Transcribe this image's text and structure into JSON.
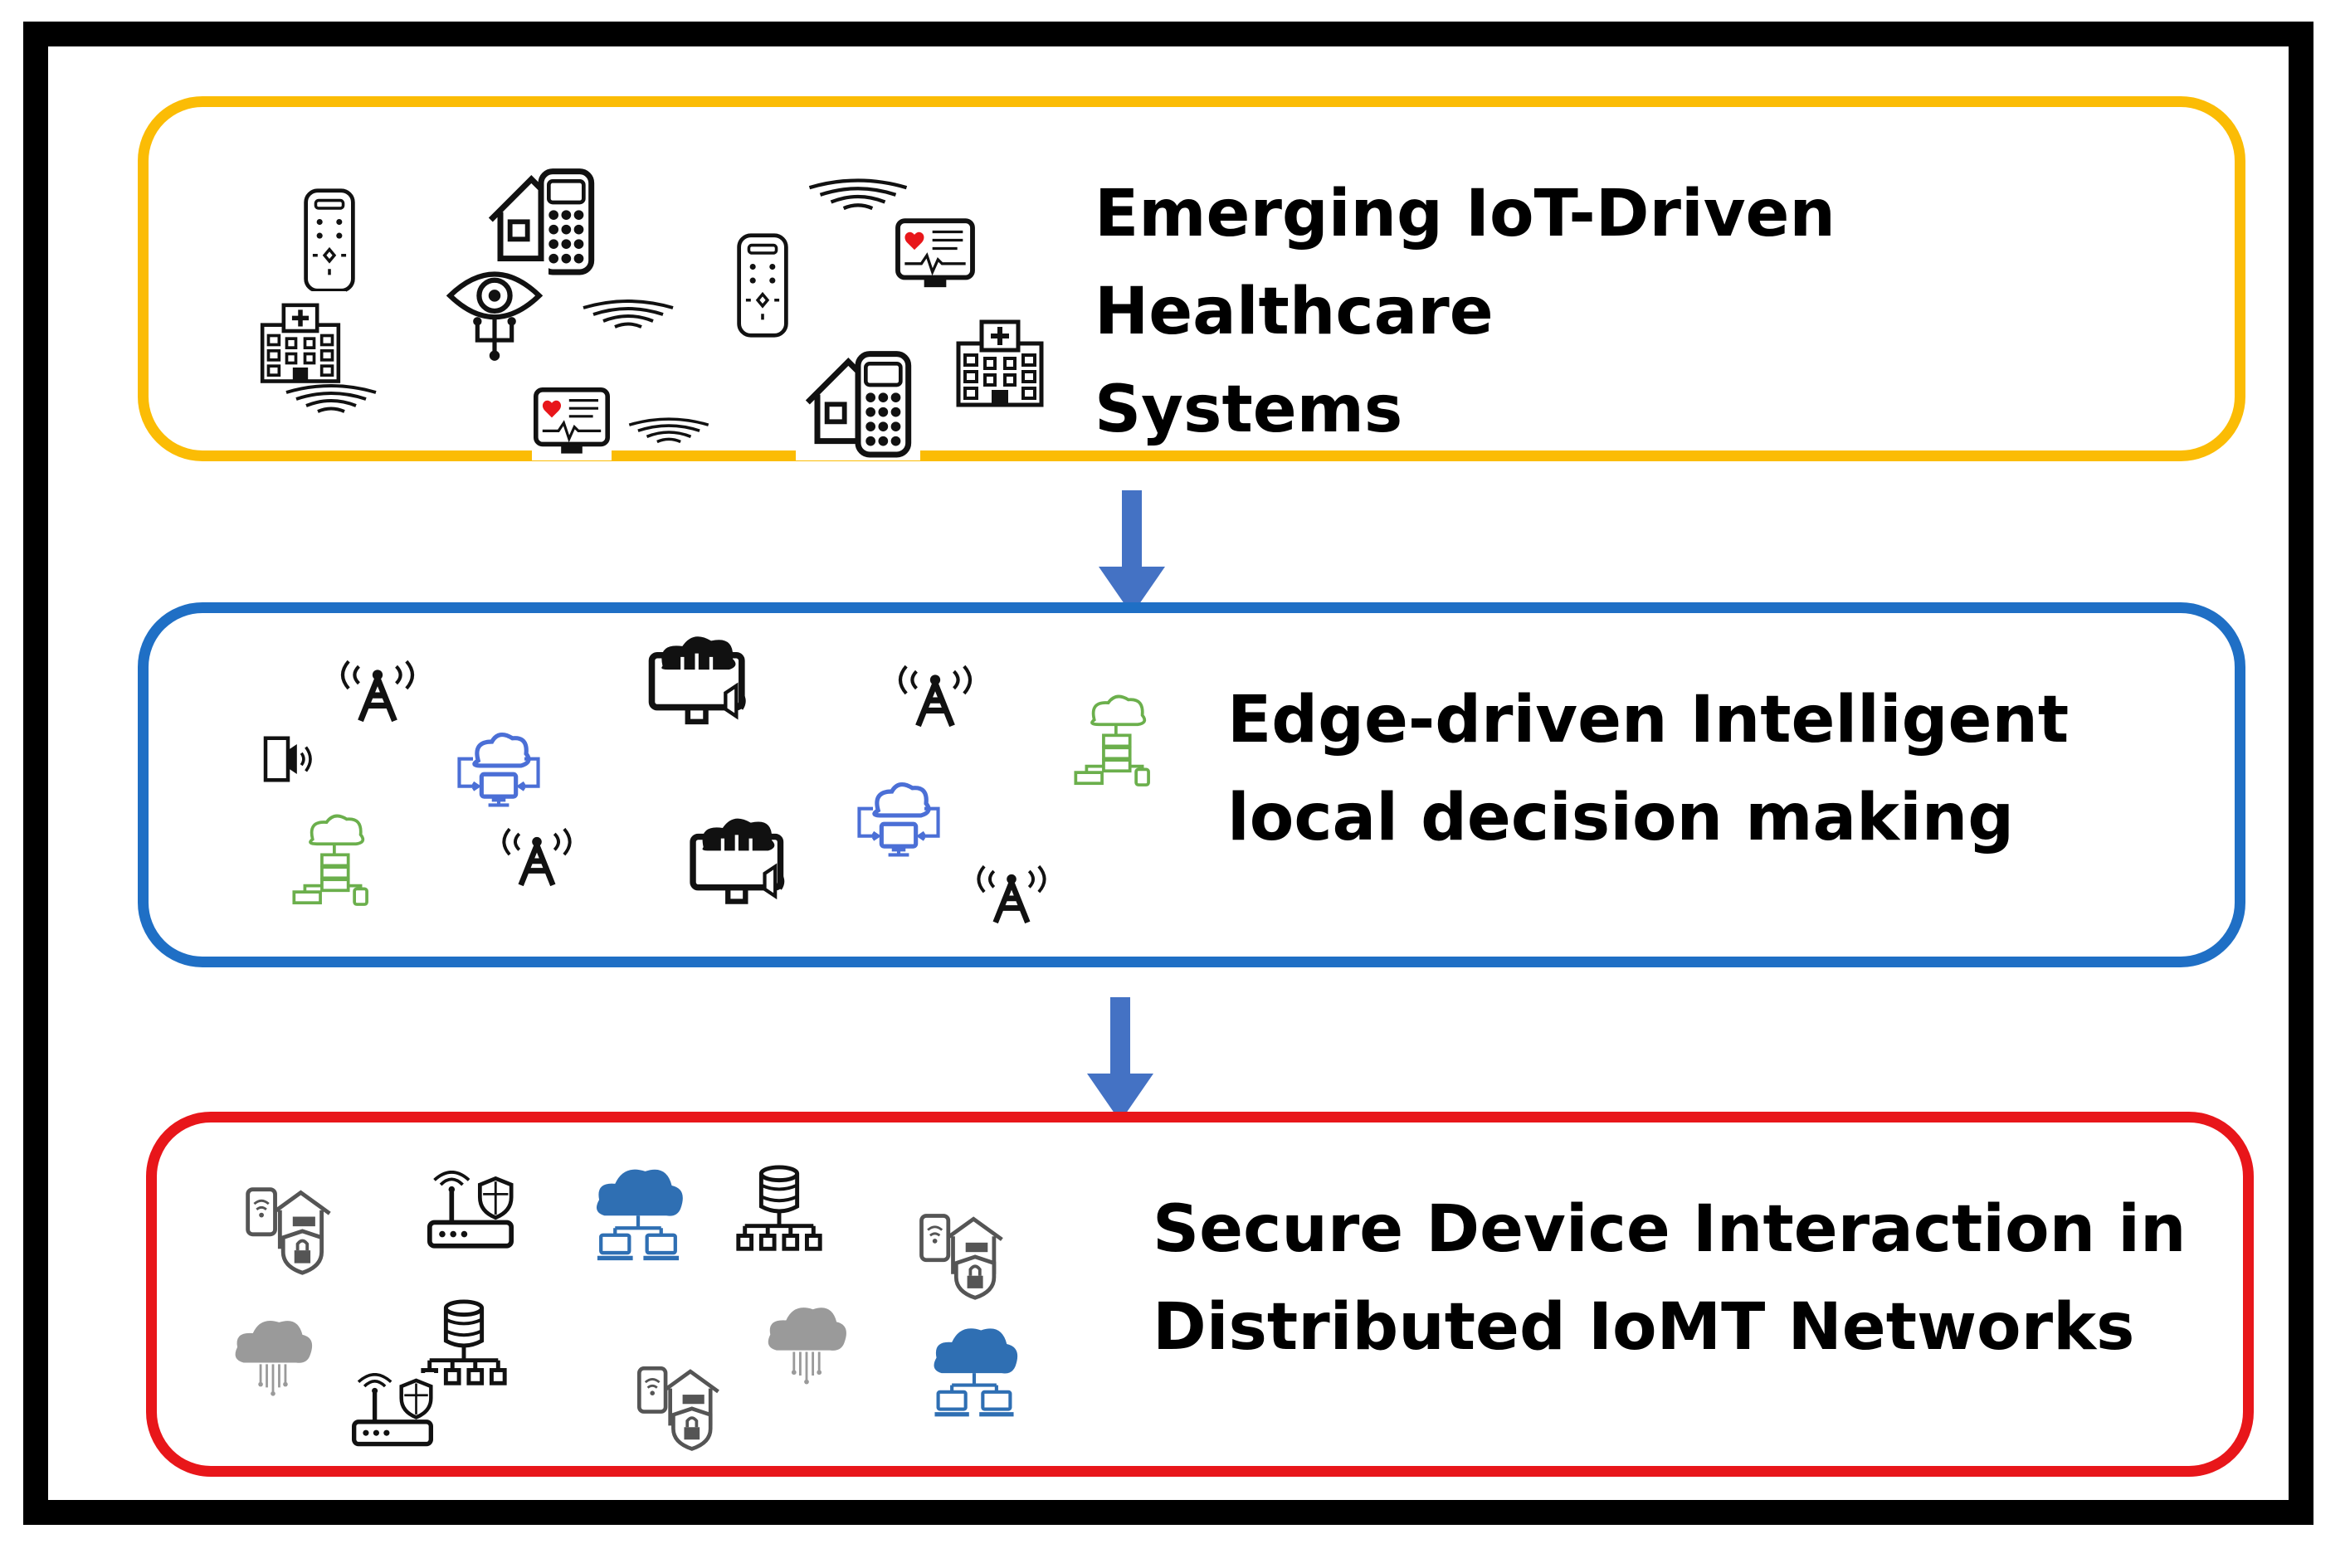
{
  "colors": {
    "frame": "#000000",
    "panel_1_border": "#FBBC05",
    "panel_2_border": "#1F6FC5",
    "panel_3_border": "#E8161A",
    "arrow": "#4472C4",
    "icon_black": "#111111",
    "icon_blue": "#4B6FD6",
    "icon_green": "#6BAF4C",
    "icon_gray": "#9A9A9A",
    "icon_steelblue": "#2F6FB3"
  },
  "stages": [
    {
      "title": "Emerging IoT-Driven Healthcare\nSystems",
      "border_color": "#FBBC05",
      "icons": [
        "remote-control-icon",
        "smart-home-keypad-icon",
        "wifi-waves-icon",
        "hospital-icon",
        "eye-sensor-icon",
        "heart-monitor-icon"
      ]
    },
    {
      "title": "Edge-driven Intelligent\nlocal decision making",
      "border_color": "#1F6FC5",
      "icons": [
        "cell-tower-icon",
        "speaker-icon",
        "cloud-computer-network-icon",
        "cloud-monitor-icon",
        "cloud-server-icon"
      ]
    },
    {
      "title": "Secure Device Interaction in\nDistributed IoMT Networks",
      "border_color": "#E8161A",
      "icons": [
        "secure-smart-home-icon",
        "secure-router-icon",
        "cloud-network-icon",
        "database-hierarchy-icon",
        "gray-cloud-icon"
      ]
    }
  ]
}
